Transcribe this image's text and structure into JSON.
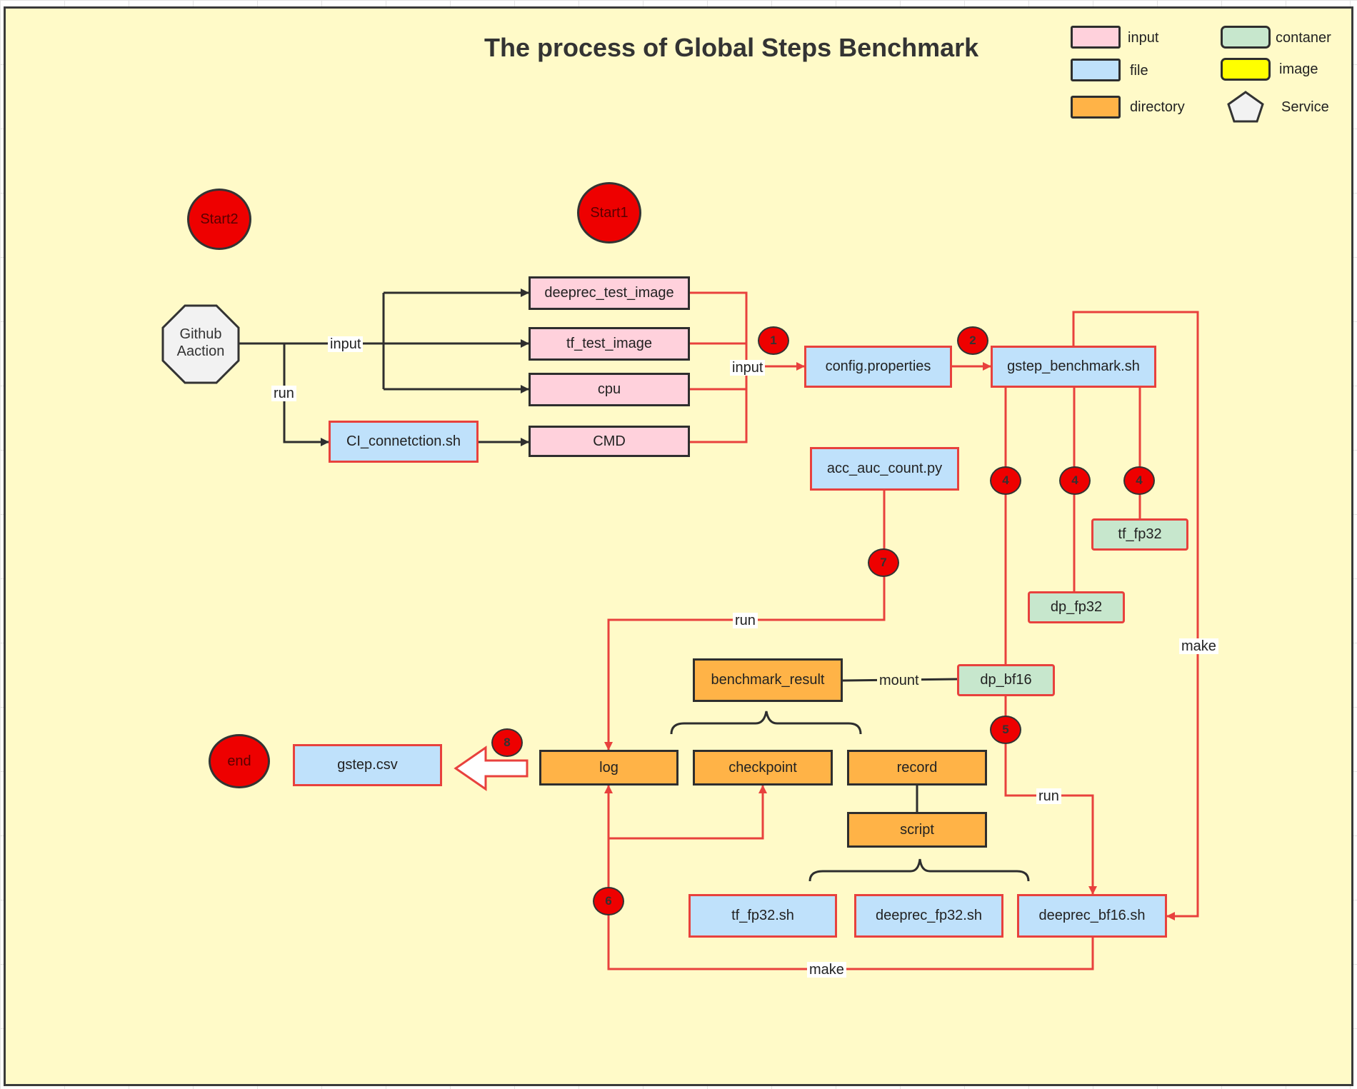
{
  "title": "The process of Global Steps Benchmark",
  "legend": {
    "input": "input",
    "file": "file",
    "directory": "directory",
    "container": "contaner",
    "image": "image",
    "service": "Service"
  },
  "colors": {
    "background": "#fffac8",
    "input": "#ffd1dc",
    "file": "#bfe1fb",
    "directory": "#ffb347",
    "container": "#c7e7cd",
    "image": "#ffff00",
    "service": "#f2f2f2",
    "edge_red": "#e8413d",
    "edge_dark": "#2e2e2e",
    "marker_red": "#ee0000"
  },
  "nodes": {
    "start2": "Start2",
    "start1": "Start1",
    "end": "end",
    "github_line1": "Github",
    "github_line2": "Aaction",
    "deeprec_test_image": "deeprec_test_image",
    "tf_test_image": "tf_test_image",
    "cpu": "cpu",
    "cmd": "CMD",
    "ci_connection": "CI_connetction.sh",
    "config_properties": "config.properties",
    "gstep_benchmark": "gstep_benchmark.sh",
    "acc_auc_count": "acc_auc_count.py",
    "tf_fp32": "tf_fp32",
    "dp_fp32": "dp_fp32",
    "dp_bf16": "dp_bf16",
    "benchmark_result": "benchmark_result",
    "log": "log",
    "checkpoint": "checkpoint",
    "record": "record",
    "script": "script",
    "gstep_csv": "gstep.csv",
    "tf_fp32_sh": "tf_fp32.sh",
    "deeprec_fp32_sh": "deeprec_fp32.sh",
    "deeprec_bf16_sh": "deeprec_bf16.sh"
  },
  "edge_labels": {
    "input_github": "input",
    "run_github": "run",
    "input_config": "input",
    "run_acc": "run",
    "mount": "mount",
    "make_right": "make",
    "run_bf16": "run",
    "make_bottom": "make"
  },
  "step_badges": {
    "s1": "1",
    "s2": "2",
    "s4a": "4",
    "s4b": "4",
    "s4c": "4",
    "s5": "5",
    "s6": "6",
    "s7": "7",
    "s8": "8"
  }
}
